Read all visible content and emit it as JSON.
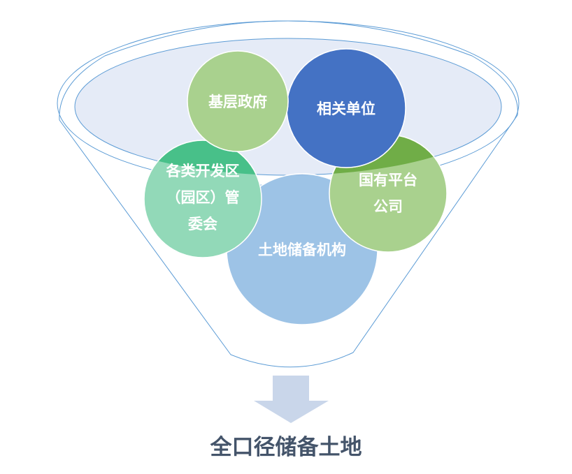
{
  "funnel": {
    "entities": [
      {
        "id": "grassroots",
        "lines": [
          "基层政府"
        ],
        "color": "#a9d18e",
        "inner_color": "#a9d18e"
      },
      {
        "id": "related",
        "lines": [
          "相关单位"
        ],
        "color": "#4472c4",
        "inner_color": "#4472c4"
      },
      {
        "id": "devzone",
        "lines": [
          "各类开发区",
          "（园区）管",
          "委会"
        ],
        "color": "#92d9b8",
        "inner_color": "#48c089"
      },
      {
        "id": "platform",
        "lines": [
          "国有平台",
          "公司"
        ],
        "color": "#a9d18e",
        "inner_color": "#70ad47"
      },
      {
        "id": "reserve",
        "lines": [
          "土地储备机构"
        ],
        "color": "#9dc3e6",
        "inner_color": "#8fb6e0"
      }
    ],
    "outline_color": "#5b9bd5",
    "rim_fill": "#dae3f3"
  },
  "output": {
    "label": "全口径储备土地",
    "arrow_color": "#c9d6ea"
  }
}
